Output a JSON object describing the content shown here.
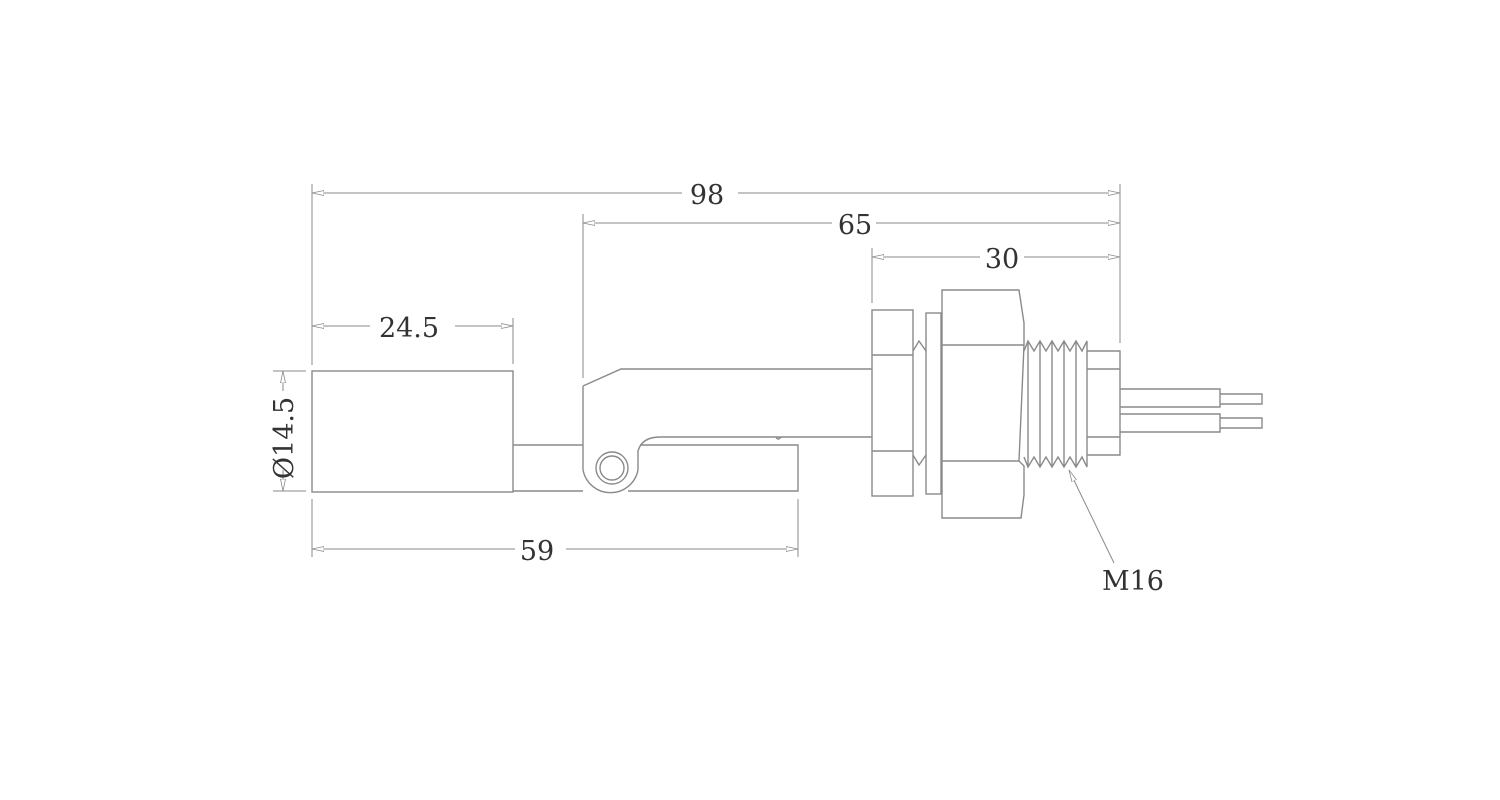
{
  "dimensions": {
    "overall_length": "98",
    "lever_length": "65",
    "thread_length": "30",
    "float_length": "24.5",
    "float_diameter": "Ø14.5",
    "float_to_tip": "59"
  },
  "callouts": {
    "thread": "M16"
  },
  "colors": {
    "line": "#8a8a8a",
    "text": "#333333",
    "background": "#ffffff"
  }
}
